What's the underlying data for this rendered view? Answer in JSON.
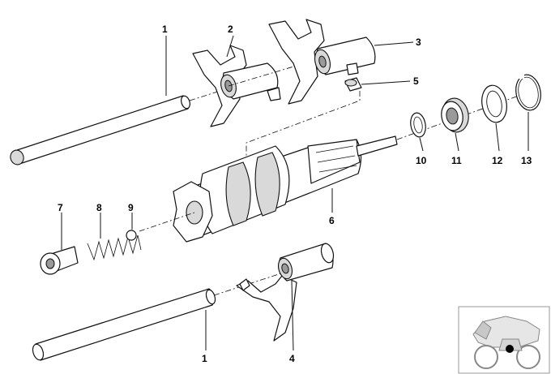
{
  "diagram": {
    "callouts": [
      "1",
      "2",
      "3",
      "5",
      "10",
      "11",
      "12",
      "13",
      "6",
      "7",
      "8",
      "9",
      "1",
      "4"
    ]
  }
}
